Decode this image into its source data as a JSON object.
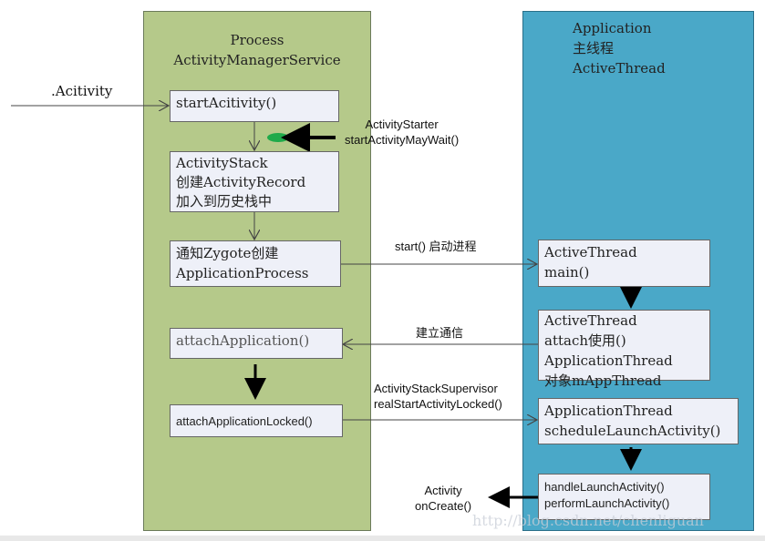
{
  "ams_panel": {
    "title_line1": "Process",
    "title_line2": "ActivityManagerService",
    "color": "#b5c98a"
  },
  "app_panel": {
    "title": "Application\n主线程\nActiveThread",
    "color": "#4aa8c8"
  },
  "incoming_label": ".Acitivity",
  "ams_boxes": [
    {
      "text": "startAcitivity()"
    },
    {
      "text": "ActivityStack\n创建ActivityRecord\n加入到历史栈中"
    },
    {
      "text": "通知Zygote创建\nApplicationProcess"
    },
    {
      "text": "attachApplication()"
    },
    {
      "text": "attachApplicationLocked()"
    }
  ],
  "app_boxes": [
    {
      "text": "ActiveThread\nmain()"
    },
    {
      "text": "ActiveThread\nattach使用()\nApplicationThread\n对象mAppThread"
    },
    {
      "text": "ApplicationThread\nscheduleLaunchActivity()"
    },
    {
      "text": "handleLaunchActivity()\nperformLaunchActivity()"
    }
  ],
  "labels": {
    "activity_starter": "ActivityStarter\nstartActivityMayWait()",
    "start_process": "start() 启动进程",
    "establish_comm": "建立通信",
    "supervisor": "ActivityStackSupervisor\nrealStartActivityLocked()",
    "on_create": "Activity\nonCreate()"
  },
  "watermark": "http://blog.csdn.net/chenliguan"
}
